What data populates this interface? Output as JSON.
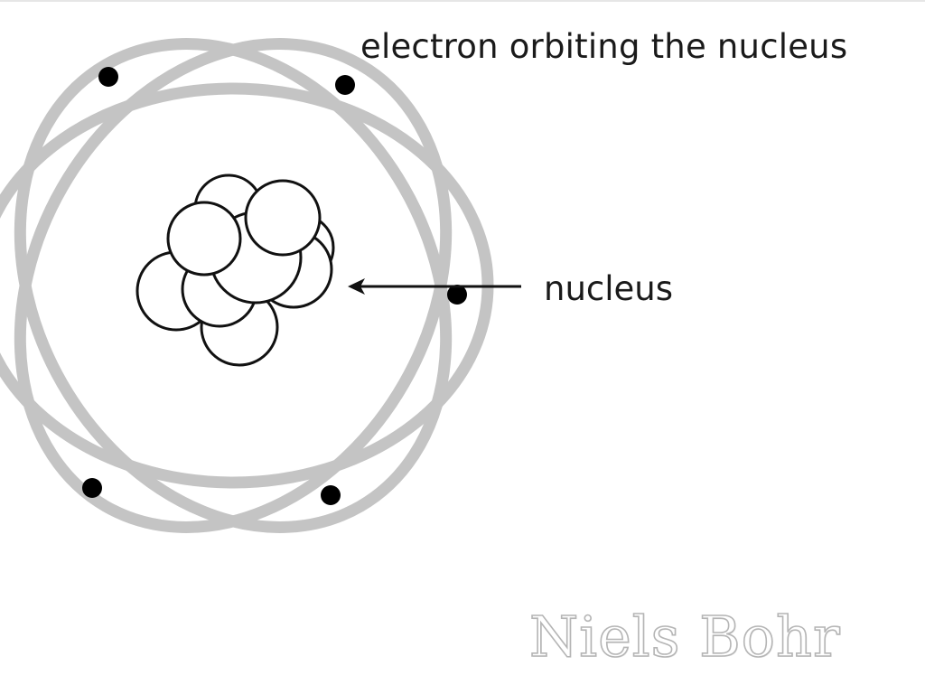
{
  "labels": {
    "electron": "electron orbiting the nucleus",
    "nucleus": "nucleus"
  },
  "signature": "Niels Bohr",
  "colors": {
    "orbit": "#c4c4c4",
    "electron": "#000000",
    "particle_fill": "#ffffff",
    "particle_stroke": "#111111",
    "arrow": "#111111"
  }
}
